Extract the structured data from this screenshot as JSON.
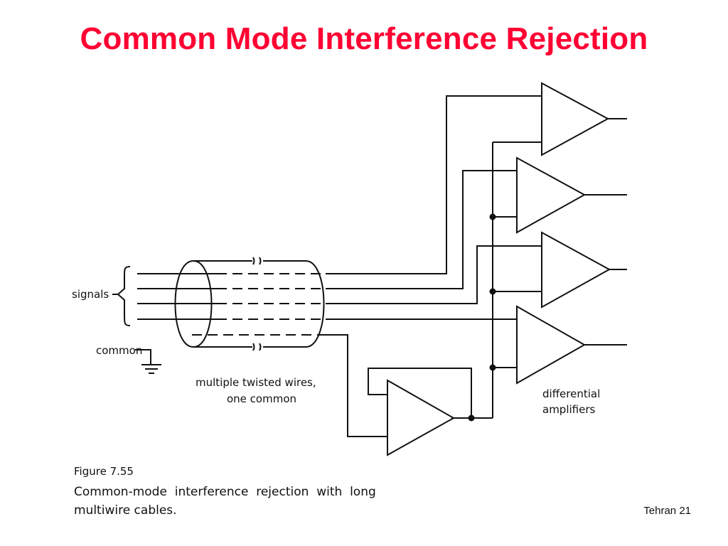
{
  "slide": {
    "title": "Common Mode Interference Rejection",
    "footer": "Tehran 21"
  },
  "figure": {
    "labels": {
      "signals": "signals",
      "common": "common",
      "cable_line1": "multiple twisted wires,",
      "cable_line2": "one common",
      "amp_line1": "differential",
      "amp_line2": "amplifiers"
    },
    "figure_number": "Figure 7.55",
    "caption_line1": "Common-mode  interference  rejection  with  long",
    "caption_line2": "multiwire cables."
  },
  "colors": {
    "title": "#ff0033",
    "ink": "#111111"
  }
}
